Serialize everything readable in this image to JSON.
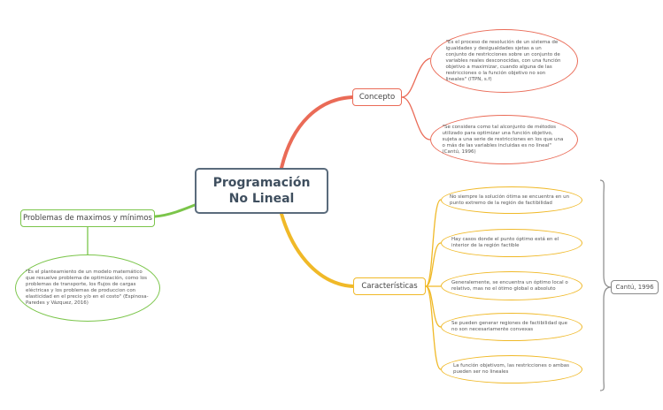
{
  "central": {
    "title": "Programación No Lineal"
  },
  "branches": {
    "concepto": {
      "label": "Concepto",
      "items": [
        "\"Es el proceso de resolución de un sistema de igualdades y desigualdades sjetas a un conjunto de restricciones sobre un conjunto de variables reales desconocidas, con una función objetivo a maximizar, cuando alguna de las restricciones o la función objetivo no son lineales\" (ITPN, s.f)",
        "\"Se considera como tal alconjunto de métodos utilizado para optimizar una función objetivo, sujeta a una serie de restricciones en los que una o más de las variables incluidas es no lineal\" (Cantú, 1996)"
      ]
    },
    "caracteristicas": {
      "label": "Características",
      "items": [
        "No siempre la solución ótima se encuentra en un punto extremo de la región de factibilidad",
        "Hay casos donde el punto óptimo está en el interior de la región factible",
        "Generalemente, se encuentra un óptimo local o relativo, mas no el ótimo global o absoluto",
        "Se pueden generar regiones de factibilidad que no son necesariamente convexas",
        "La función objetivom, las restricciones o ambas pueden ser no lineales"
      ],
      "source": "Cantú, 1996"
    },
    "problemas": {
      "label": "Problemas de maximos y mínimos",
      "items": [
        "\"Es el planteamiento de un modelo matemático que resuelve problema de optimización, como los problemas de transporte, los flujos de cargas eléctricas y los problemas de produccion con elasticidad en el precio y/o en el costo\" (Espinosa-Paredes y Vázquez, 2016)"
      ]
    }
  },
  "colors": {
    "concepto": "#ea6b57",
    "caracteristicas": "#f0b928",
    "problemas": "#7bc54a",
    "central": "#5a6b7c",
    "bracket": "#8a8a8a"
  }
}
